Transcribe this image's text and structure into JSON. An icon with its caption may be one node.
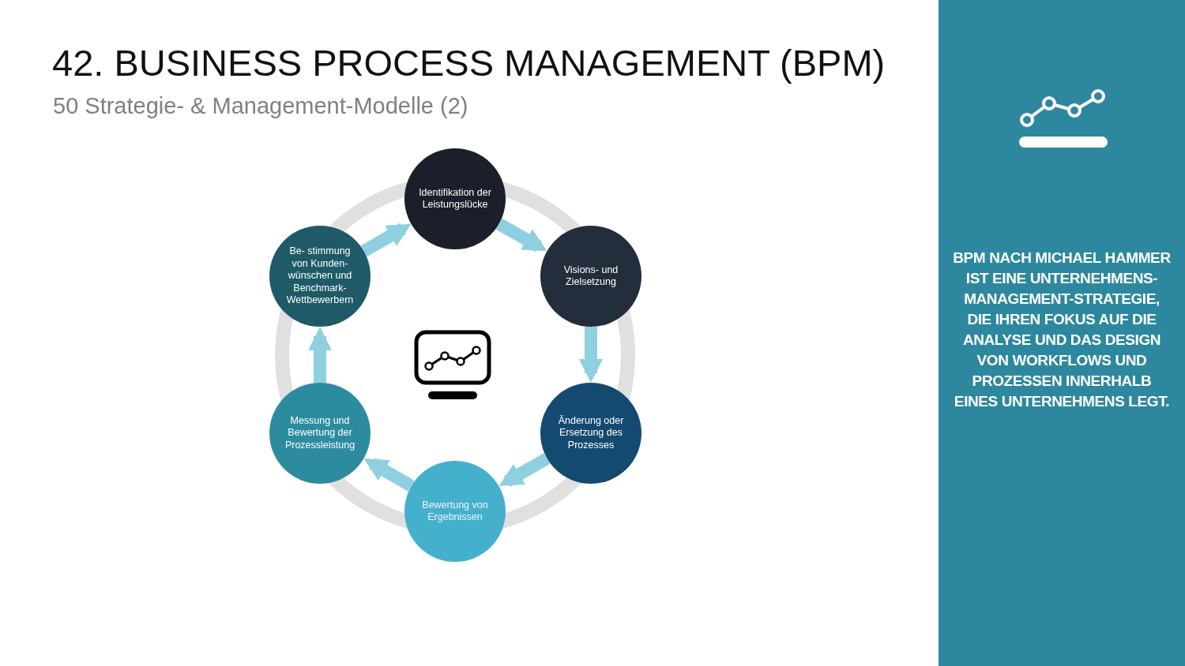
{
  "diagram": {
    "title": "42. BUSINESS PROCESS MANAGEMENT (BPM)",
    "nodes": [
      {
        "text": [
          "Identifikation der Leistungslücke"
        ]
      },
      {
        "text": [
          "Visions- und Zielsetzung"
        ]
      },
      {
        "text": [
          "Änderung oder Ersetzung des Prozesses"
        ]
      },
      {
        "text": [
          "Bewertung von Ergebnissen"
        ]
      },
      {
        "text": [
          "Messung und Bewertung der Prozessleistung"
        ]
      },
      {
        "text": [
          "Be- stimmung von Kunden- wünschen und Benchmark- Wettbewerbern"
        ]
      }
    ],
    "edges": [
      {
        "from": 0,
        "to": 1,
        "arrow": "to"
      },
      {
        "from": 1,
        "to": 2,
        "arrow": "to"
      },
      {
        "from": 2,
        "to": 3,
        "arrow": "to"
      },
      {
        "from": 3,
        "to": 4,
        "arrow": "to"
      },
      {
        "from": 4,
        "to": 5,
        "arrow": "to"
      },
      {
        "from": 5,
        "to": 0,
        "arrow": "to"
      }
    ],
    "labels": [
      "50 Strategie- & Management-Modelle (2)",
      "BPM NACH MICHAEL HAMMER IST EINE UNTERNEHMENS-MANAGEMENT-STRATEGIE, DIE IHREN FOKUS AUF DIE ANALYSE UND DAS DESIGN VON WORKFLOWS UND PROZESSEN INNERHALB EINES UNTERNEHMENS LEGT."
    ]
  }
}
